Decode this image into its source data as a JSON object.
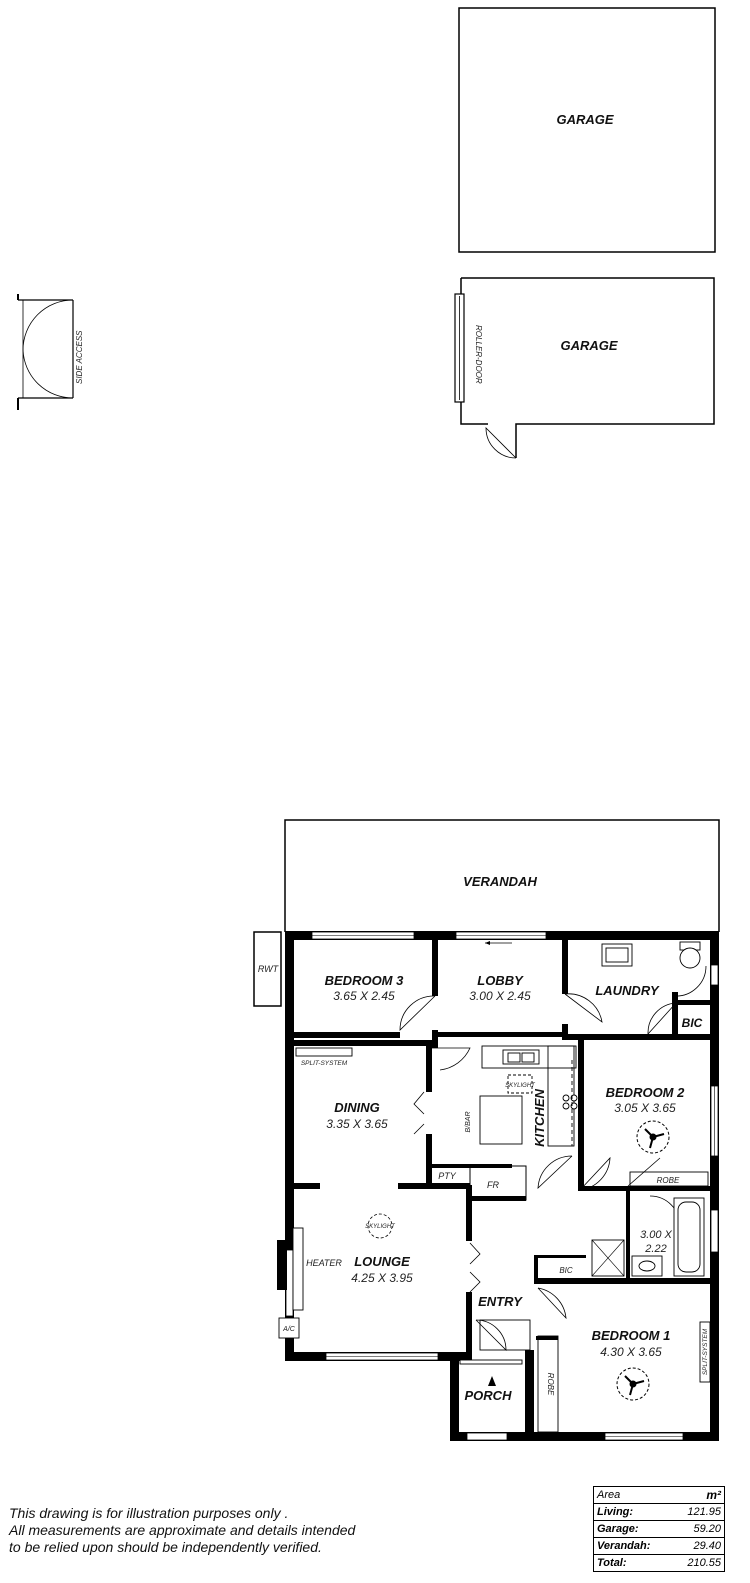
{
  "rooms": {
    "garage_1": {
      "name": "GARAGE"
    },
    "garage_2": {
      "name": "GARAGE"
    },
    "roller_door": "ROLLER-DOOR",
    "side_access": "SIDE ACCESS",
    "verandah": {
      "name": "VERANDAH"
    },
    "rwt": "RWT",
    "bedroom_3": {
      "name": "BEDROOM 3",
      "dims": "3.65 X 2.45"
    },
    "lobby": {
      "name": "LOBBY",
      "dims": "3.00 X 2.45"
    },
    "laundry": {
      "name": "LAUNDRY"
    },
    "bic_1": "BIC",
    "dining": {
      "name": "DINING",
      "dims": "3.35 X 3.65"
    },
    "kitchen": {
      "name": "KITCHEN"
    },
    "bbar": "B/BAR",
    "skylight_kitchen": "SKYLIGHT",
    "skylight_lounge": "SKYLIGHT",
    "split_system_dining": "SPLIT-SYSTEM",
    "split_system_bed1": "SPLIT-SYSTEM",
    "pty": "PTY",
    "fr": "FR",
    "bedroom_2": {
      "name": "BEDROOM 2",
      "dims": "3.05 X 3.65"
    },
    "robe_1": "ROBE",
    "bath": {
      "dims_line1": "3.00 X",
      "dims_line2": "2.22"
    },
    "bic_2": "BIC",
    "lounge": {
      "name": "LOUNGE",
      "dims": "4.25 X 3.95"
    },
    "heater": "HEATER",
    "ac": "A/C",
    "entry": {
      "name": "ENTRY"
    },
    "porch": {
      "name": "PORCH"
    },
    "robe_2": "ROBE",
    "bedroom_1": {
      "name": "BEDROOM 1",
      "dims": "4.30 X 3.65"
    }
  },
  "disclaimer": {
    "line1": "This drawing is for illustration purposes only .",
    "line2": "All measurements are approximate and details intended",
    "line3": "to be relied upon should be independently verified."
  },
  "area_table": {
    "header_label": "Area",
    "header_unit": "m²",
    "rows": [
      {
        "label": "Living:",
        "value": "121.95"
      },
      {
        "label": "Garage:",
        "value": "59.20"
      },
      {
        "label": "Verandah:",
        "value": "29.40"
      },
      {
        "label": "Total:",
        "value": "210.55"
      }
    ]
  },
  "colors": {
    "wall": "#000000",
    "background": "#ffffff",
    "text": "#111111"
  }
}
